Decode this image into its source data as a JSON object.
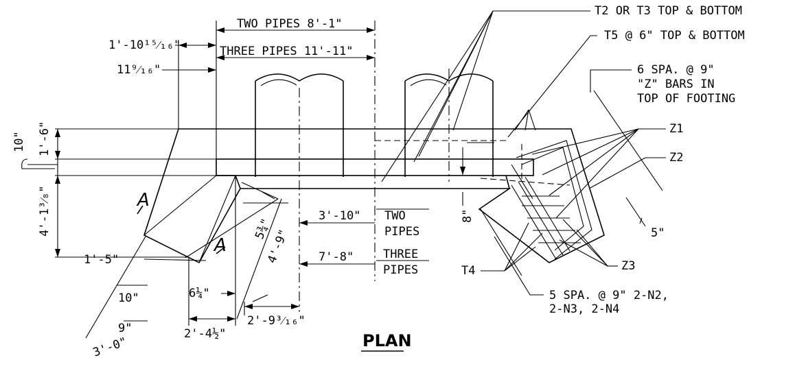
{
  "labels": {
    "two_pipes_top": "TWO PIPES 8'-1\"",
    "three_pipes_top": "THREE PIPES 11'-11\"",
    "dim_1_10": "1'-10¹⁵⁄₁₆\"",
    "dim_11_9": "11⁹⁄₁₆\"",
    "t2_t3": "T2 OR T3 TOP & BOTTOM",
    "t5": "T5 @ 6\" TOP & BOTTOM",
    "spa6_line1": "6 SPA. @ 9\"",
    "spa6_line2": "\"Z\" BARS IN",
    "spa6_line3": "TOP OF FOOTING",
    "z1": "Z1",
    "z2": "Z2",
    "z3": "Z3",
    "t4": "T4",
    "spa5_line1": "5 SPA. @ 9\" 2-N2,",
    "spa5_line2": "2-N3, 2-N4",
    "dim_10": "10\"",
    "dim_1_6": "1'-6\"",
    "dim_4_1": "4'-1³⁄₈\"",
    "dim_1_5": "1'-5\"",
    "dim_10b": "10\"",
    "dim_9": "9\"",
    "dim_3_0": "3'-0\"",
    "dim_6_1_4": "6¼\"",
    "dim_2_4": "2'-4½\"",
    "dim_2_9": "2'-9³⁄₁₆\"",
    "dim_5_3_4": "5¾\"",
    "dim_4_9": "4'-9\"",
    "dim_3_10": "3'-10\"",
    "two": "TWO",
    "pipes_a": "PIPES",
    "dim_7_8": "7'-8\"",
    "three": "THREE",
    "pipes_b": "PIPES",
    "dim_8": "8\"",
    "dim_5": "5\"",
    "section_a1": "A",
    "section_a2": "A",
    "plan": "PLAN"
  }
}
